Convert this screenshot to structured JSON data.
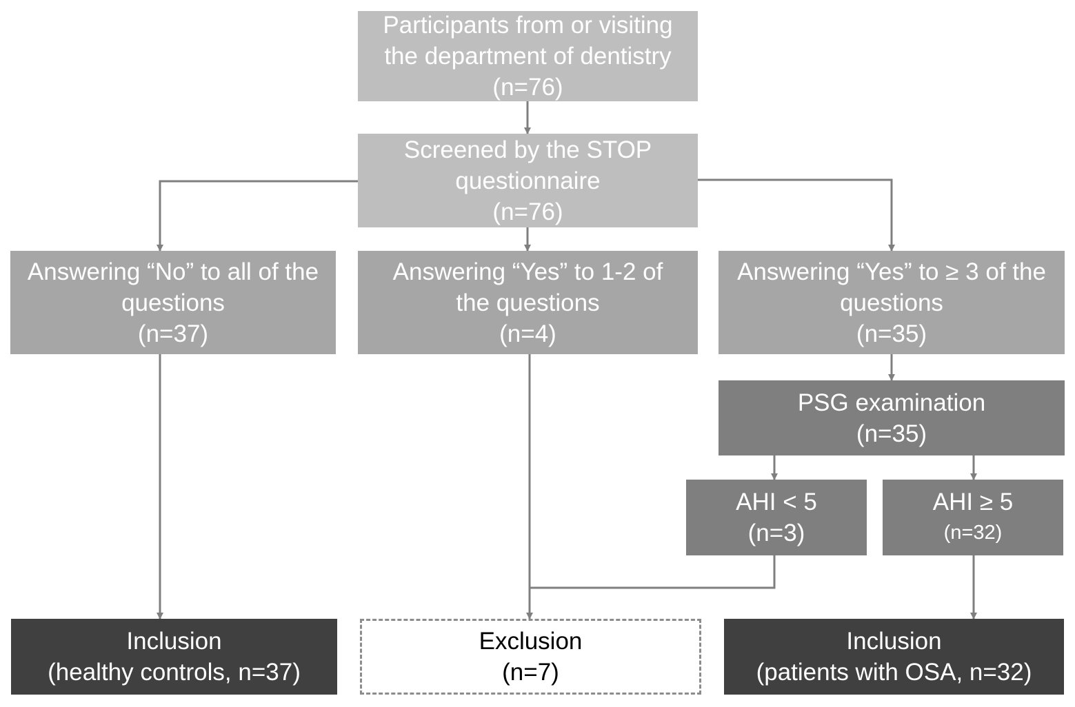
{
  "boxes": {
    "participants": {
      "lines": [
        "Participants from or visiting",
        "the department of dentistry",
        "(n=76)"
      ]
    },
    "screened": {
      "lines": [
        "Screened by the STOP",
        "questionnaire",
        "(n=76)"
      ]
    },
    "answer_no": {
      "lines": [
        "Answering “No” to all of the",
        "questions",
        "(n=37)"
      ]
    },
    "answer_yes_1_2": {
      "lines": [
        "Answering “Yes” to 1-2 of",
        "the questions",
        "(n=4)"
      ]
    },
    "answer_yes_3": {
      "lines": [
        "Answering “Yes” to ≥ 3 of the",
        "questions",
        "(n=35)"
      ]
    },
    "psg": {
      "lines": [
        "PSG examination",
        "(n=35)"
      ]
    },
    "ahi_lt5": {
      "lines": [
        "AHI < 5",
        "(n=3)"
      ]
    },
    "ahi_ge5": {
      "lines": [
        "AHI ≥ 5",
        "(n=32)"
      ]
    },
    "inclusion_controls": {
      "lines": [
        "Inclusion",
        "(healthy controls, n=37)"
      ]
    },
    "exclusion": {
      "lines": [
        "Exclusion",
        "(n=7)"
      ]
    },
    "inclusion_osa": {
      "lines": [
        "Inclusion",
        "(patients with OSA, n=32)"
      ]
    }
  },
  "colors": {
    "level1": "#bebebe",
    "level2": "#a6a6a6",
    "level3": "#7f7f7f",
    "level4": "#404040",
    "connector": "#7f7f7f"
  }
}
